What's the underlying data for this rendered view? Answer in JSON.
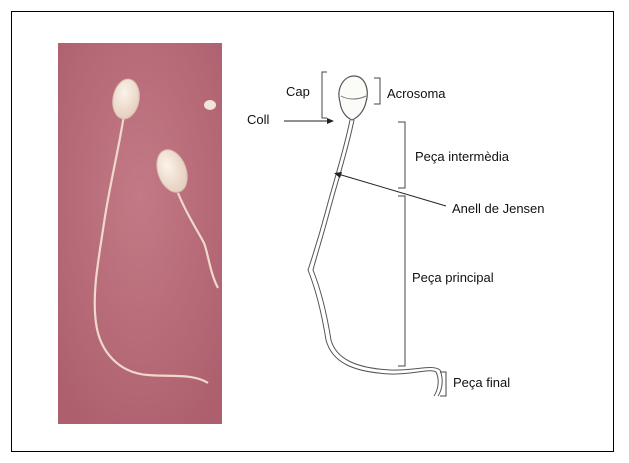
{
  "figure": {
    "labels": {
      "cap": "Cap",
      "coll": "Coll",
      "acrosoma": "Acrosoma",
      "peca_intermedia": "Peça intermèdia",
      "anell_de_jensen": "Anell de Jensen",
      "peca_principal": "Peça principal",
      "peca_final": "Peça final"
    },
    "colors": {
      "photo_background": "#b86a78",
      "photo_cell": "#f2e6d8",
      "drawing_stroke": "#555555"
    }
  }
}
